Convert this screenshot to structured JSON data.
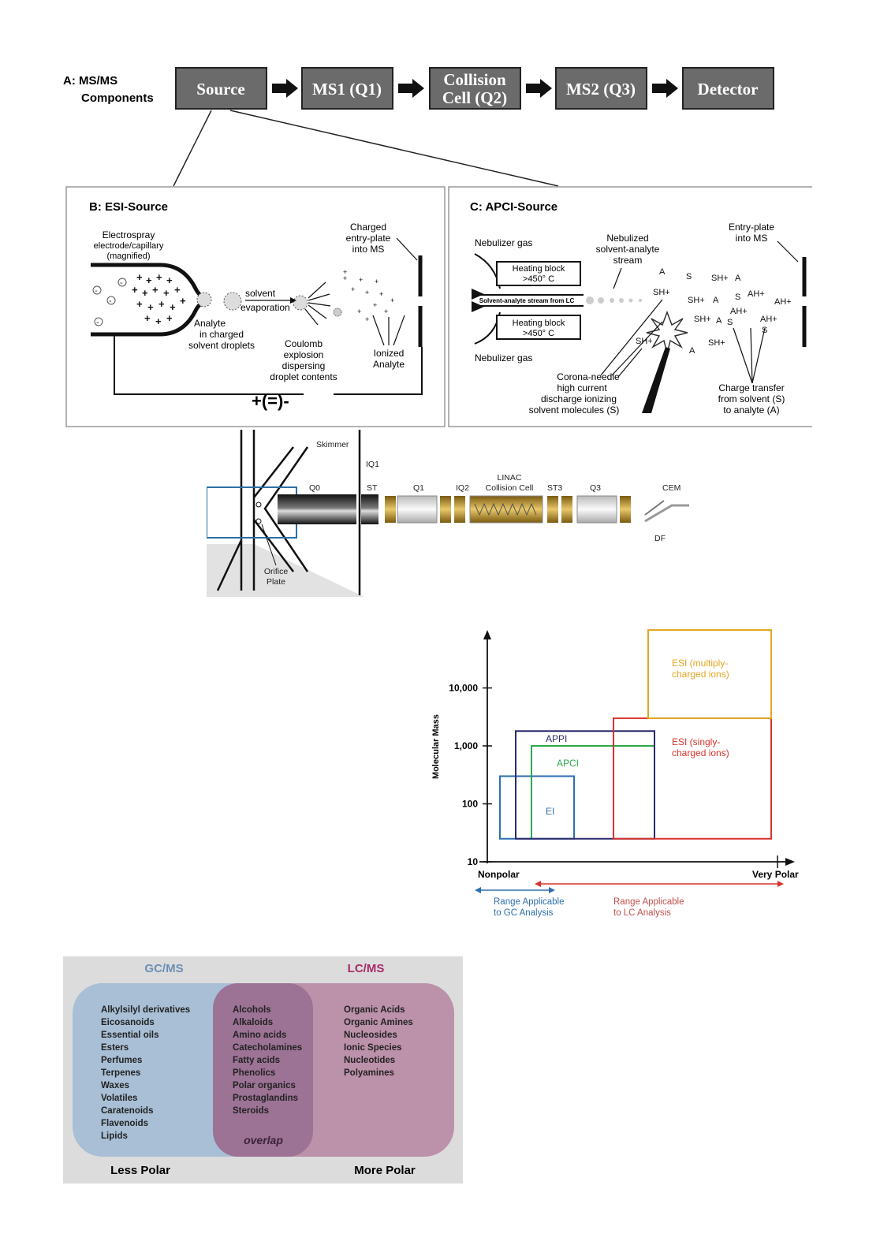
{
  "colors": {
    "box_fill": "#6b6b6b",
    "ei": "#2e6fb0",
    "apci": "#2da84a",
    "appi": "#2a2a6e",
    "esi_single": "#d8332c",
    "esi_multi": "#e3a623",
    "gc_blue": "#a8bfd6",
    "lc_pink": "#b98aa5",
    "overlap": "#9c7295",
    "gc_title": "#6c8fb6",
    "lc_title": "#a82a6a"
  },
  "panel_a": {
    "label_line1": "A: MS/MS",
    "label_line2": "Components",
    "boxes": [
      "Source",
      "MS1 (Q1)",
      "Collision",
      "Cell (Q2)",
      "MS2 (Q3)",
      "Detector"
    ]
  },
  "panel_b": {
    "title": "B: ESI-Source",
    "electrospray_1": "Electrospray",
    "electrospray_2": "electrode/capillary",
    "electrospray_3": "(magnified)",
    "solvent": "solvent",
    "evaporation": "evaporation",
    "charged_1": "Charged",
    "charged_2": "entry-plate",
    "charged_3": "into MS",
    "analyte_1": "Analyte",
    "analyte_2": "in charged",
    "analyte_3": "solvent droplets",
    "coulomb_1": "Coulomb",
    "coulomb_2": "explosion",
    "coulomb_3": "dispersing",
    "coulomb_4": "droplet contents",
    "ionized_1": "Ionized",
    "ionized_2": "Analyte",
    "voltage": "+(=)-"
  },
  "panel_c": {
    "title": "C: APCI-Source",
    "nebulizer_top": "Nebulizer gas",
    "nebulizer_bottom": "Nebulizer gas",
    "heating_1": "Heating block",
    "heating_2": ">450° C",
    "stream_label": "Solvent-analyte stream from LC",
    "nebulized_1": "Nebulized",
    "nebulized_2": "solvent-analyte",
    "nebulized_3": "stream",
    "entry_1": "Entry-plate",
    "entry_2": "into MS",
    "corona_1": "Corona-needle",
    "corona_2": "high current",
    "corona_3": "discharge ionizing",
    "corona_4": "solvent molecules (S)",
    "charge_1": "Charge transfer",
    "charge_2": "from solvent (S)",
    "charge_3": "to analyte (A)",
    "ions": [
      "A",
      "S",
      "SH+",
      "A",
      "SH+",
      "SH+",
      "A",
      "S",
      "AH+",
      "AH+",
      "SH+",
      "A",
      "S",
      "AH+",
      "AH+",
      "S",
      "SH+",
      "A",
      "SH+"
    ]
  },
  "instrument": {
    "skimmer": "Skimmer",
    "iq1": "IQ1",
    "q0": "Q0",
    "st": "ST",
    "q1": "Q1",
    "iq2": "IQ2",
    "linac_1": "LINAC",
    "linac_2": "Collision Cell",
    "st3": "ST3",
    "q3": "Q3",
    "cem": "CEM",
    "df": "DF",
    "orifice_1": "Orifice",
    "orifice_2": "Plate"
  },
  "chart_data": {
    "type": "range-boxes",
    "ylabel": "Molecular Mass",
    "y_scale": "log",
    "ylim": [
      10,
      100000
    ],
    "yticks": [
      "10",
      "100",
      "1,000",
      "10,000"
    ],
    "xlabel_left": "Nonpolar",
    "xlabel_right": "Very Polar",
    "regions": [
      {
        "name": "EI",
        "mass_min": 25,
        "mass_max": 300
      },
      {
        "name": "APCI",
        "mass_min": 25,
        "mass_max": 1000
      },
      {
        "name": "APPI",
        "mass_min": 25,
        "mass_max": 1800
      },
      {
        "name": "ESI (singly-charged ions)",
        "label_1": "ESI (singly-",
        "label_2": "charged ions)",
        "mass_min": 25,
        "mass_max": 3000
      },
      {
        "name": "ESI (multiply-charged ions)",
        "label_1": "ESI (multiply-",
        "label_2": "charged ions)",
        "mass_min": 3000,
        "mass_max": 100000
      }
    ],
    "ranges": [
      {
        "label_1": "Range Applicable",
        "label_2": "to GC Analysis"
      },
      {
        "label_1": "Range Applicable",
        "label_2": "to LC Analysis"
      }
    ]
  },
  "venn": {
    "gc_title": "GC/MS",
    "lc_title": "LC/MS",
    "gc_items": [
      "Alkylsilyl derivatives",
      "Eicosanoids",
      "Essential oils",
      "Esters",
      "Perfumes",
      "Terpenes",
      "Waxes",
      "Volatiles",
      "Caratenoids",
      "Flavenoids",
      "Lipids"
    ],
    "overlap_items": [
      "Alcohols",
      "Alkaloids",
      "Amino acids",
      "Catecholamines",
      "Fatty acids",
      "Phenolics",
      "Polar organics",
      "Prostaglandins",
      "Steroids"
    ],
    "lc_items": [
      "Organic Acids",
      "Organic Amines",
      "Nucleosides",
      "Ionic Species",
      "Nucleotides",
      "Polyamines"
    ],
    "overlap_label": "overlap",
    "less_polar": "Less Polar",
    "more_polar": "More Polar"
  }
}
